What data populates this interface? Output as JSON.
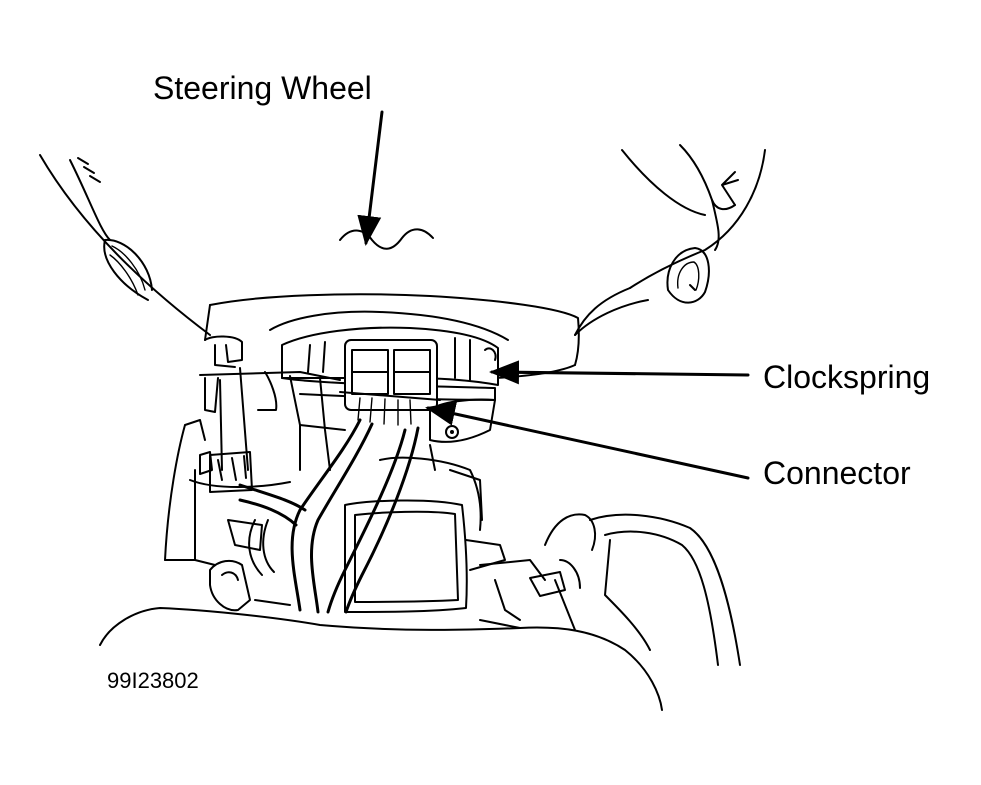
{
  "labels": {
    "steering_wheel": "Steering Wheel",
    "clockspring": "Clockspring",
    "connector": "Connector",
    "figure_id": "99I23802"
  },
  "colors": {
    "line": "#000000",
    "background": "#ffffff"
  }
}
